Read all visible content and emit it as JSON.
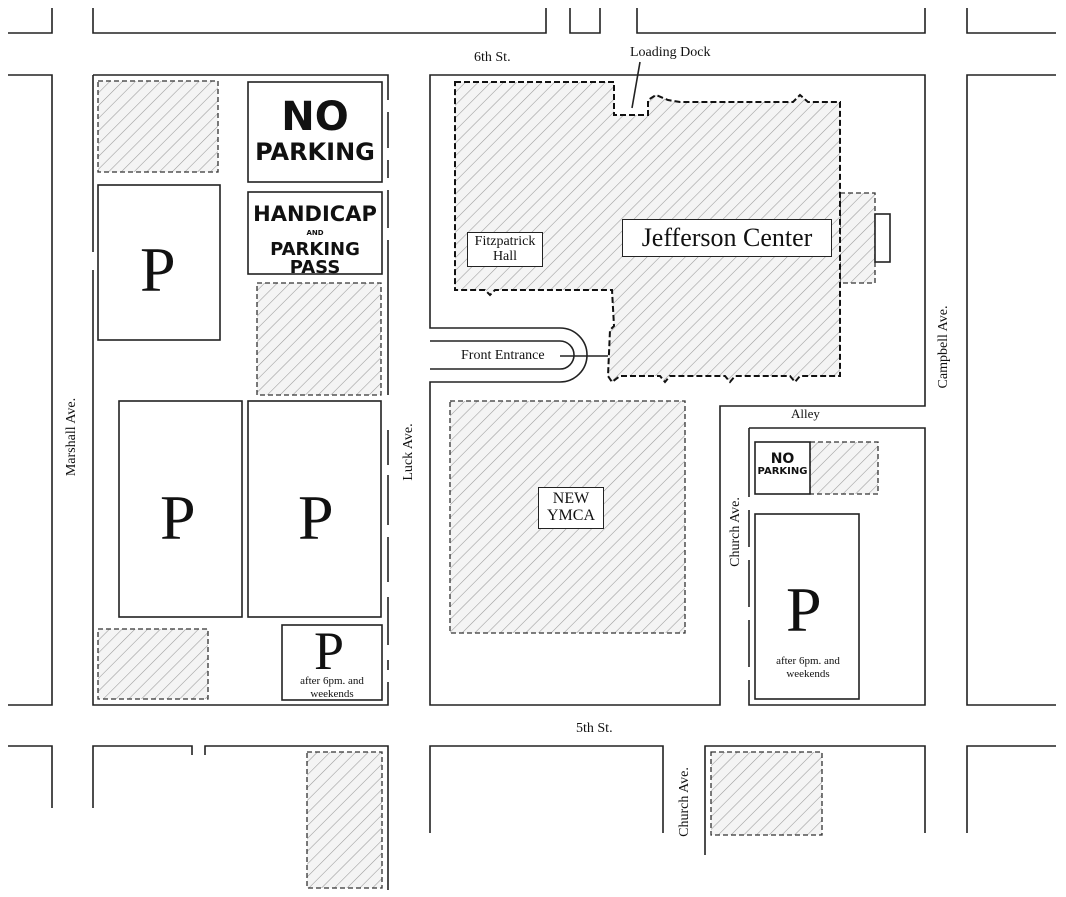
{
  "streets": {
    "sixth": "6th St.",
    "fifth": "5th St.",
    "marshall": "Marshall Ave.",
    "luck": "Luck Ave.",
    "campbell": "Campbell Ave.",
    "church_north": "Church Ave.",
    "church_south": "Church Ave.",
    "alley": "Alley"
  },
  "buildings": {
    "jefferson": "Jefferson Center",
    "fitzpatrick": "Fitzpatrick Hall",
    "ymca": "NEW YMCA"
  },
  "callouts": {
    "loading_dock": "Loading Dock",
    "front_entrance": "Front Entrance"
  },
  "signs": {
    "no_parking_large_line1": "NO",
    "no_parking_large_line2": "PARKING",
    "handicap_line1": "HANDICAP",
    "handicap_line2": "AND",
    "handicap_line3": "PARKING PASS",
    "no_parking_small_line1": "NO",
    "no_parking_small_line2": "PARKING"
  },
  "parking": {
    "symbol": "P",
    "after_hours_note": "after 6pm. and weekends",
    "after_hours_note_east": "after 6pm. and weekends"
  }
}
